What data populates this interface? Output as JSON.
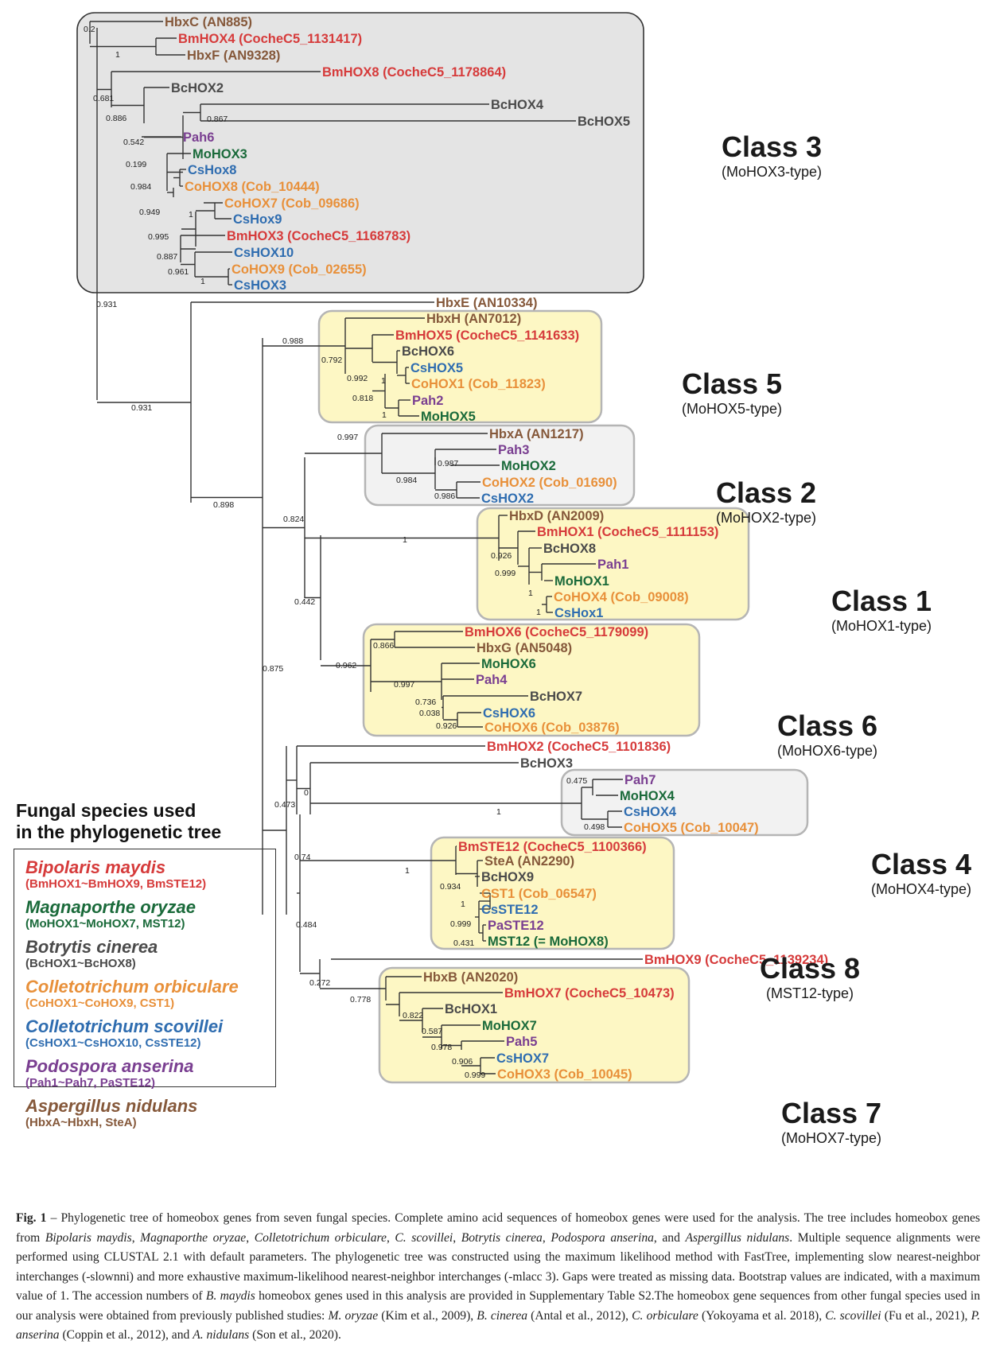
{
  "figure": {
    "colors": {
      "Bipolaris maydis": "#d63b3b",
      "Magnaporthe oryzae": "#1a6a3a",
      "Botrytis cinerea": "#4a4a4a",
      "Colletotrichum orbiculare": "#e8903a",
      "Colletotrichum scovillei": "#2f6db0",
      "Podospora anserina": "#7a3f91",
      "Aspergillus nidulans": "#85583a"
    },
    "class_boxes": [
      {
        "id": "class3",
        "name": "Class 3",
        "type": "(MoHOX3-type)",
        "fill": "#e4e4e4",
        "stroke": "#333333"
      },
      {
        "id": "class5",
        "name": "Class 5",
        "type": "(MoHOX5-type)",
        "fill": "#fdf7c4",
        "stroke": "#b5b5b5"
      },
      {
        "id": "class2",
        "name": "Class 2",
        "type": "(MoHOX2-type)",
        "fill": "#f2f2f2",
        "stroke": "#b5b5b5"
      },
      {
        "id": "class1",
        "name": "Class 1",
        "type": "(MoHOX1-type)",
        "fill": "#fdf7c4",
        "stroke": "#b5b5b5"
      },
      {
        "id": "class6",
        "name": "Class 6",
        "type": "(MoHOX6-type)",
        "fill": "#fdf7c4",
        "stroke": "#b5b5b5"
      },
      {
        "id": "class4",
        "name": "Class 4",
        "type": "(MoHOX4-type)",
        "fill": "#f2f2f2",
        "stroke": "#b5b5b5"
      },
      {
        "id": "class8",
        "name": "Class 8",
        "type": "(MST12-type)",
        "fill": "#fdf7c4",
        "stroke": "#b5b5b5"
      },
      {
        "id": "class7",
        "name": "Class 7",
        "type": "(MoHOX7-type)",
        "fill": "#fdf7c4",
        "stroke": "#b5b5b5"
      }
    ],
    "leaves": [
      {
        "label": "HbxC (AN885)",
        "species": "Aspergillus nidulans"
      },
      {
        "label": "BmHOX4 (CocheC5_1131417)",
        "species": "Bipolaris maydis"
      },
      {
        "label": "HbxF (AN9328)",
        "species": "Aspergillus nidulans"
      },
      {
        "label": "BmHOX8 (CocheC5_1178864)",
        "species": "Bipolaris maydis"
      },
      {
        "label": "BcHOX2",
        "species": "Botrytis cinerea"
      },
      {
        "label": "BcHOX4",
        "species": "Botrytis cinerea"
      },
      {
        "label": "BcHOX5",
        "species": "Botrytis cinerea"
      },
      {
        "label": "Pah6",
        "species": "Podospora anserina"
      },
      {
        "label": "MoHOX3",
        "species": "Magnaporthe oryzae"
      },
      {
        "label": "CsHox8",
        "species": "Colletotrichum scovillei"
      },
      {
        "label": "CoHOX8 (Cob_10444)",
        "species": "Colletotrichum orbiculare"
      },
      {
        "label": "CoHOX7 (Cob_09686)",
        "species": "Colletotrichum orbiculare"
      },
      {
        "label": "CsHox9",
        "species": "Colletotrichum scovillei"
      },
      {
        "label": "BmHOX3 (CocheC5_1168783)",
        "species": "Bipolaris maydis"
      },
      {
        "label": "CsHOX10",
        "species": "Colletotrichum scovillei"
      },
      {
        "label": "CoHOX9 (Cob_02655)",
        "species": "Colletotrichum orbiculare"
      },
      {
        "label": "CsHOX3",
        "species": "Colletotrichum scovillei"
      },
      {
        "label": "HbxE (AN10334)",
        "species": "Aspergillus nidulans"
      },
      {
        "label": "HbxH (AN7012)",
        "species": "Aspergillus nidulans"
      },
      {
        "label": "BmHOX5 (CocheC5_1141633)",
        "species": "Bipolaris maydis"
      },
      {
        "label": "BcHOX6",
        "species": "Botrytis cinerea"
      },
      {
        "label": "CsHOX5",
        "species": "Colletotrichum scovillei"
      },
      {
        "label": "CoHOX1 (Cob_11823)",
        "species": "Colletotrichum orbiculare"
      },
      {
        "label": "Pah2",
        "species": "Podospora anserina"
      },
      {
        "label": "MoHOX5",
        "species": "Magnaporthe oryzae"
      },
      {
        "label": "HbxA (AN1217)",
        "species": "Aspergillus nidulans"
      },
      {
        "label": "Pah3",
        "species": "Podospora anserina"
      },
      {
        "label": "MoHOX2",
        "species": "Magnaporthe oryzae"
      },
      {
        "label": "CoHOX2 (Cob_01690)",
        "species": "Colletotrichum orbiculare"
      },
      {
        "label": "CsHOX2",
        "species": "Colletotrichum scovillei"
      },
      {
        "label": "HbxD (AN2009)",
        "species": "Aspergillus nidulans"
      },
      {
        "label": "BmHOX1 (CocheC5_1111153)",
        "species": "Bipolaris maydis"
      },
      {
        "label": "BcHOX8",
        "species": "Botrytis cinerea"
      },
      {
        "label": "Pah1",
        "species": "Podospora anserina"
      },
      {
        "label": "MoHOX1",
        "species": "Magnaporthe oryzae"
      },
      {
        "label": "CoHOX4 (Cob_09008)",
        "species": "Colletotrichum orbiculare"
      },
      {
        "label": "CsHox1",
        "species": "Colletotrichum scovillei"
      },
      {
        "label": "BmHOX6 (CocheC5_1179099)",
        "species": "Bipolaris maydis"
      },
      {
        "label": "HbxG (AN5048)",
        "species": "Aspergillus nidulans"
      },
      {
        "label": "MoHOX6",
        "species": "Magnaporthe oryzae"
      },
      {
        "label": "Pah4",
        "species": "Podospora anserina"
      },
      {
        "label": "BcHOX7",
        "species": "Botrytis cinerea"
      },
      {
        "label": "CsHOX6",
        "species": "Colletotrichum scovillei"
      },
      {
        "label": "CoHOX6 (Cob_03876)",
        "species": "Colletotrichum orbiculare"
      },
      {
        "label": "BmHOX2 (CocheC5_1101836)",
        "species": "Bipolaris maydis"
      },
      {
        "label": "BcHOX3",
        "species": "Botrytis cinerea"
      },
      {
        "label": "Pah7",
        "species": "Podospora anserina"
      },
      {
        "label": "MoHOX4",
        "species": "Magnaporthe oryzae"
      },
      {
        "label": "CsHOX4",
        "species": "Colletotrichum scovillei"
      },
      {
        "label": "CoHOX5 (Cob_10047)",
        "species": "Colletotrichum orbiculare"
      },
      {
        "label": "BmSTE12 (CocheC5_1100366)",
        "species": "Bipolaris maydis"
      },
      {
        "label": "SteA (AN2290)",
        "species": "Aspergillus nidulans"
      },
      {
        "label": "BcHOX9",
        "species": "Botrytis cinerea"
      },
      {
        "label": "CST1 (Cob_06547)",
        "species": "Colletotrichum orbiculare"
      },
      {
        "label": "CsSTE12",
        "species": "Colletotrichum scovillei"
      },
      {
        "label": "PaSTE12",
        "species": "Podospora anserina"
      },
      {
        "label": "MST12 (= MoHOX8)",
        "species": "Magnaporthe oryzae"
      },
      {
        "label": "BmHOX9 (CocheC5_1139234)",
        "species": "Bipolaris maydis"
      },
      {
        "label": "HbxB (AN2020)",
        "species": "Aspergillus nidulans"
      },
      {
        "label": "BmHOX7 (CocheC5_10473)",
        "species": "Bipolaris maydis"
      },
      {
        "label": "BcHOX1",
        "species": "Botrytis cinerea"
      },
      {
        "label": "MoHOX7",
        "species": "Magnaporthe oryzae"
      },
      {
        "label": "Pah5",
        "species": "Podospora anserina"
      },
      {
        "label": "CsHOX7",
        "species": "Colletotrichum scovillei"
      },
      {
        "label": "CoHOX3 (Cob_10045)",
        "species": "Colletotrichum orbiculare"
      }
    ],
    "bootstrap_values": [
      "0.2",
      "1",
      "0.681",
      "0.886",
      "0.867",
      "0.542",
      "0.199",
      "0.984",
      "0.949",
      "1",
      "0.995",
      "0.887",
      "0.961",
      "1",
      "0.931",
      "0.931",
      "0.988",
      "0.792",
      "0.992",
      "1",
      "0.818",
      "1",
      "0.898",
      "0.997",
      "0.987",
      "0.984",
      "0.986",
      "0.824",
      "1",
      "0.926",
      "0.999",
      "1",
      "1",
      "0.442",
      "0.866",
      "0.962",
      "0.997",
      "0.736",
      "0.038",
      "0.926",
      "0.875",
      "0.473",
      "0",
      "0.475",
      "1",
      "0.498",
      "0.74",
      "1",
      "0.934",
      "1",
      "0.999",
      "0.431",
      "0.484",
      "0.272",
      "0.778",
      "0.822",
      "0.587",
      "0.978",
      "0.906",
      "0.999"
    ]
  },
  "legend": {
    "title_line1": "Fungal species used",
    "title_line2": "in the phylogenetic tree",
    "entries": [
      {
        "species": "Bipolaris maydis",
        "genes": "(BmHOX1~BmHOX9, BmSTE12)",
        "color": "#d63b3b"
      },
      {
        "species": "Magnaporthe oryzae",
        "genes": "(MoHOX1~MoHOX7, MST12)",
        "color": "#1a6a3a"
      },
      {
        "species": "Botrytis cinerea",
        "genes": "(BcHOX1~BcHOX8)",
        "color": "#4a4a4a"
      },
      {
        "species": "Colletotrichum orbiculare",
        "genes": "(CoHOX1~CoHOX9, CST1)",
        "color": "#e8903a"
      },
      {
        "species": "Colletotrichum scovillei",
        "genes": "(CsHOX1~CsHOX10, CsSTE12)",
        "color": "#2f6db0"
      },
      {
        "species": "Podospora anserina",
        "genes": "(Pah1~Pah7, PaSTE12)",
        "color": "#7a3f91"
      },
      {
        "species": "Aspergillus nidulans",
        "genes": "(HbxA~HbxH, SteA)",
        "color": "#85583a"
      }
    ]
  },
  "caption": {
    "label": "Fig. 1",
    "segments": [
      {
        "t": " – Phylogenetic tree of homeobox genes from seven fungal species. Complete amino acid sequences of homeobox genes were used for the analysis. The tree includes homeobox genes from "
      },
      {
        "t": "Bipolaris maydis",
        "i": true
      },
      {
        "t": ", "
      },
      {
        "t": "Magnaporthe oryzae",
        "i": true
      },
      {
        "t": ", "
      },
      {
        "t": "Colletotrichum orbiculare",
        "i": true
      },
      {
        "t": ", "
      },
      {
        "t": "C. scovillei",
        "i": true
      },
      {
        "t": ", "
      },
      {
        "t": "Botrytis cinerea",
        "i": true
      },
      {
        "t": ", "
      },
      {
        "t": "Podospora anserina",
        "i": true
      },
      {
        "t": ", and "
      },
      {
        "t": "Aspergillus nidulans",
        "i": true
      },
      {
        "t": ". Multiple sequence alignments were performed using CLUSTAL 2.1 with default parameters. The phylogenetic tree was constructed using the maximum likelihood method with FastTree, implementing slow nearest-neighbor interchanges (-slownni) and more exhaustive maximum-likelihood nearest-neighbor interchanges (-mlacc 3). Gaps were treated as missing data. Bootstrap values are indicated, with a maximum value of 1. The accession numbers of "
      },
      {
        "t": "B. maydis",
        "i": true
      },
      {
        "t": " homeobox genes used in this analysis are provided in Supplementary Table S2.The homeobox gene sequences from other fungal species used in our analysis were obtained from previously published studies: "
      },
      {
        "t": "M. oryzae",
        "i": true
      },
      {
        "t": " (Kim et al., 2009), "
      },
      {
        "t": "B. cinerea",
        "i": true
      },
      {
        "t": " (Antal et al., 2012), "
      },
      {
        "t": "C. orbiculare",
        "i": true
      },
      {
        "t": " (Yokoyama et al. 2018), "
      },
      {
        "t": "C. scovillei",
        "i": true
      },
      {
        "t": " (Fu et al., 2021), "
      },
      {
        "t": "P. anserina",
        "i": true
      },
      {
        "t": " (Coppin et al., 2012), and "
      },
      {
        "t": "A. nidulans",
        "i": true
      },
      {
        "t": " (Son et al., 2020)."
      }
    ]
  }
}
